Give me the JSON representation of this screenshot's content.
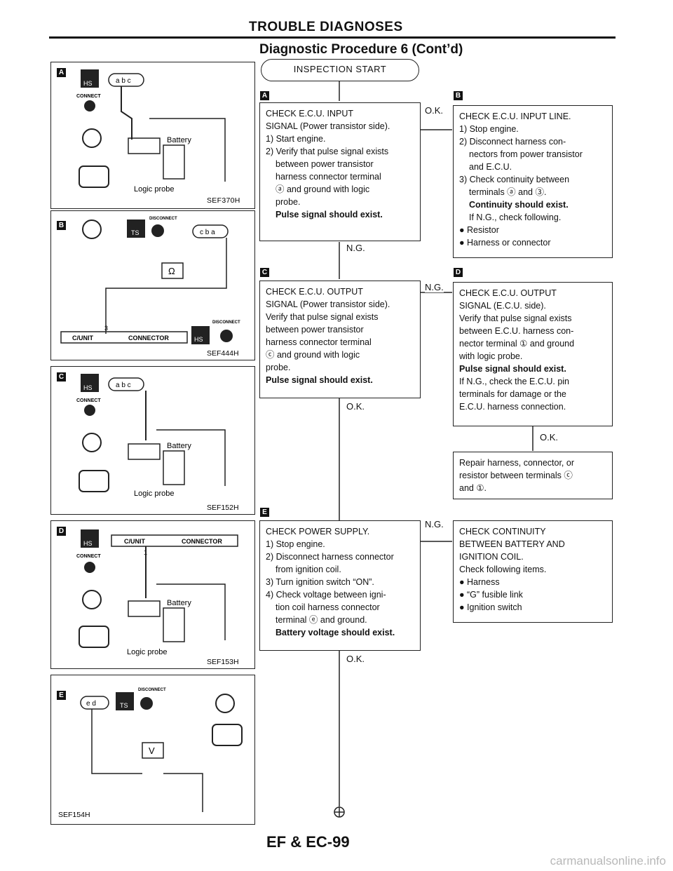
{
  "header": {
    "title": "TROUBLE DIAGNOSES",
    "subtitle": "Diagnostic Procedure 6 (Cont’d)"
  },
  "figures": [
    {
      "badge": "A",
      "code": "SEF370H",
      "connect": "CONNECT",
      "pins": "a b c",
      "battery": "Battery",
      "probe": "Logic probe",
      "hs": "HS"
    },
    {
      "badge": "B",
      "code": "SEF444H",
      "disconnect": "DISCONNECT",
      "disconnect2": "DISCONNECT",
      "pins": "c b a",
      "meter": "Ω",
      "cunit": "C/UNIT",
      "connector": "CONNECTOR",
      "pin_no": "3",
      "ts": "TS",
      "hs": "HS"
    },
    {
      "badge": "C",
      "code": "SEF152H",
      "connect": "CONNECT",
      "pins": "a b c",
      "battery": "Battery",
      "probe": "Logic probe",
      "hs": "HS"
    },
    {
      "badge": "D",
      "code": "SEF153H",
      "connect": "CONNECT",
      "cunit": "C/UNIT",
      "connector": "CONNECTOR",
      "pin_no": "1",
      "battery": "Battery",
      "probe": "Logic probe",
      "hs": "HS"
    },
    {
      "badge": "E",
      "code": "SEF154H",
      "disconnect": "DISCONNECT",
      "pins": "e d",
      "meter": "V",
      "ts": "TS"
    }
  ],
  "flow": {
    "start": "INSPECTION START",
    "boxes": [
      {
        "badge": "A",
        "lines": [
          {
            "t": "CHECK E.C.U. INPUT",
            "b": false,
            "i": false
          },
          {
            "t": "SIGNAL  (Power transistor side).",
            "b": false,
            "i": false
          },
          {
            "t": "1) Start engine.",
            "b": false,
            "i": false
          },
          {
            "t": "2) Verify that pulse signal exists",
            "b": false,
            "i": false
          },
          {
            "t": "between power transistor",
            "b": false,
            "i": true
          },
          {
            "t": "harness connector terminal",
            "b": false,
            "i": true
          },
          {
            "t": "ⓐ and ground with logic",
            "b": false,
            "i": true
          },
          {
            "t": "probe.",
            "b": false,
            "i": true
          },
          {
            "t": "Pulse signal should exist.",
            "b": true,
            "i": true
          }
        ]
      },
      {
        "badge": "B",
        "lines": [
          {
            "t": "CHECK E.C.U. INPUT LINE.",
            "b": false,
            "i": false
          },
          {
            "t": "1) Stop engine.",
            "b": false,
            "i": false
          },
          {
            "t": "2) Disconnect harness con-",
            "b": false,
            "i": false
          },
          {
            "t": "nectors from power transistor",
            "b": false,
            "i": true
          },
          {
            "t": "and E.C.U.",
            "b": false,
            "i": true
          },
          {
            "t": "3) Check continuity between",
            "b": false,
            "i": false
          },
          {
            "t": "terminals ⓐ and ③.",
            "b": false,
            "i": true
          },
          {
            "t": "Continuity should exist.",
            "b": true,
            "i": true
          },
          {
            "t": "If N.G., check following.",
            "b": false,
            "i": true
          },
          {
            "t": "●  Resistor",
            "b": false,
            "i": false
          },
          {
            "t": "●  Harness or connector",
            "b": false,
            "i": false
          }
        ]
      },
      {
        "badge": "C",
        "lines": [
          {
            "t": "CHECK E.C.U. OUTPUT",
            "b": false,
            "i": false
          },
          {
            "t": "SIGNAL  (Power transistor side).",
            "b": false,
            "i": false
          },
          {
            "t": "Verify that pulse signal exists",
            "b": false,
            "i": false
          },
          {
            "t": "between power transistor",
            "b": false,
            "i": false
          },
          {
            "t": "harness connector terminal",
            "b": false,
            "i": false
          },
          {
            "t": "ⓒ and ground with logic",
            "b": false,
            "i": false
          },
          {
            "t": "probe.",
            "b": false,
            "i": false
          },
          {
            "t": "Pulse signal should exist.",
            "b": true,
            "i": false
          }
        ]
      },
      {
        "badge": "D",
        "lines": [
          {
            "t": "CHECK E.C.U. OUTPUT",
            "b": false,
            "i": false
          },
          {
            "t": "SIGNAL  (E.C.U. side).",
            "b": false,
            "i": false
          },
          {
            "t": "Verify that pulse signal exists",
            "b": false,
            "i": false
          },
          {
            "t": "between E.C.U. harness con-",
            "b": false,
            "i": false
          },
          {
            "t": "nector terminal ① and ground",
            "b": false,
            "i": false
          },
          {
            "t": "with logic probe.",
            "b": false,
            "i": false
          },
          {
            "t": "Pulse signal should exist.",
            "b": true,
            "i": false
          },
          {
            "t": "If N.G., check the E.C.U. pin",
            "b": false,
            "i": false
          },
          {
            "t": "terminals for damage or the",
            "b": false,
            "i": false
          },
          {
            "t": "E.C.U. harness connection.",
            "b": false,
            "i": false
          }
        ]
      },
      {
        "badge": "",
        "lines": [
          {
            "t": "Repair harness, connector, or",
            "b": false,
            "i": false
          },
          {
            "t": "resistor between terminals ⓒ",
            "b": false,
            "i": false
          },
          {
            "t": "and ①.",
            "b": false,
            "i": false
          }
        ]
      },
      {
        "badge": "E",
        "lines": [
          {
            "t": "CHECK POWER SUPPLY.",
            "b": false,
            "i": false
          },
          {
            "t": "1) Stop engine.",
            "b": false,
            "i": false
          },
          {
            "t": "2) Disconnect harness connector",
            "b": false,
            "i": false
          },
          {
            "t": "from ignition coil.",
            "b": false,
            "i": true
          },
          {
            "t": "3) Turn ignition switch “ON”.",
            "b": false,
            "i": false
          },
          {
            "t": "4) Check voltage between igni-",
            "b": false,
            "i": false
          },
          {
            "t": "tion coil harness connector",
            "b": false,
            "i": true
          },
          {
            "t": "terminal ⓔ and ground.",
            "b": false,
            "i": true
          },
          {
            "t": "Battery voltage should exist.",
            "b": true,
            "i": true
          }
        ]
      },
      {
        "badge": "",
        "lines": [
          {
            "t": "CHECK CONTINUITY",
            "b": false,
            "i": false
          },
          {
            "t": "BETWEEN BATTERY AND",
            "b": false,
            "i": false
          },
          {
            "t": "IGNITION COIL.",
            "b": false,
            "i": false
          },
          {
            "t": "Check following items.",
            "b": false,
            "i": false
          },
          {
            "t": "●  Harness",
            "b": false,
            "i": false
          },
          {
            "t": "●  “G” fusible link",
            "b": false,
            "i": false
          },
          {
            "t": "●  Ignition switch",
            "b": false,
            "i": false
          }
        ]
      }
    ],
    "labels": {
      "ok1": "O.K.",
      "ng1": "N.G.",
      "ng2": "N.G.",
      "ok2": "O.K.",
      "ok3": "O.K.",
      "ng3": "N.G.",
      "ok4": "O.K.",
      "end": "⊕"
    }
  },
  "footer": {
    "page": "EF & EC-99"
  },
  "watermark": "carmanualsonline.info"
}
